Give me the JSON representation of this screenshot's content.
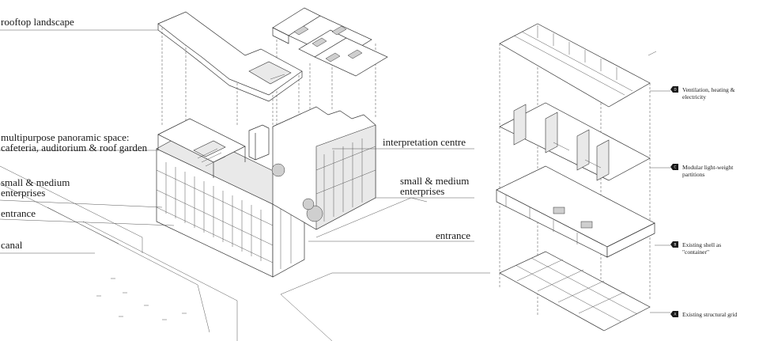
{
  "left_diagram": {
    "labels": [
      {
        "key": "rooftop",
        "lines": [
          "rooftop landscape"
        ]
      },
      {
        "key": "multipurpose",
        "lines": [
          "multipurpose panoramic space:",
          "cafeteria, auditorium & roof garden"
        ]
      },
      {
        "key": "sme_left",
        "lines": [
          "small & medium",
          "enterprises"
        ]
      },
      {
        "key": "entrance_left",
        "lines": [
          "entrance"
        ]
      },
      {
        "key": "canal",
        "lines": [
          "canal"
        ]
      },
      {
        "key": "interpretation",
        "lines": [
          "interpretation centre"
        ]
      },
      {
        "key": "sme_right",
        "lines": [
          "small & medium",
          "enterprises"
        ]
      },
      {
        "key": "entrance_right",
        "lines": [
          "entrance"
        ]
      }
    ]
  },
  "right_diagram": {
    "layers": [
      {
        "badge": "D",
        "lines": [
          "Ventilation, heating &",
          "electricity"
        ]
      },
      {
        "badge": "C",
        "lines": [
          "Modular light-weight",
          "partitions"
        ]
      },
      {
        "badge": "B",
        "lines": [
          "Existing shell as",
          "\"container\""
        ]
      },
      {
        "badge": "A",
        "lines": [
          "Existing structural grid"
        ]
      }
    ]
  },
  "colors": {
    "line": "#333333",
    "text": "#1a1a1a",
    "background": "#ffffff"
  }
}
